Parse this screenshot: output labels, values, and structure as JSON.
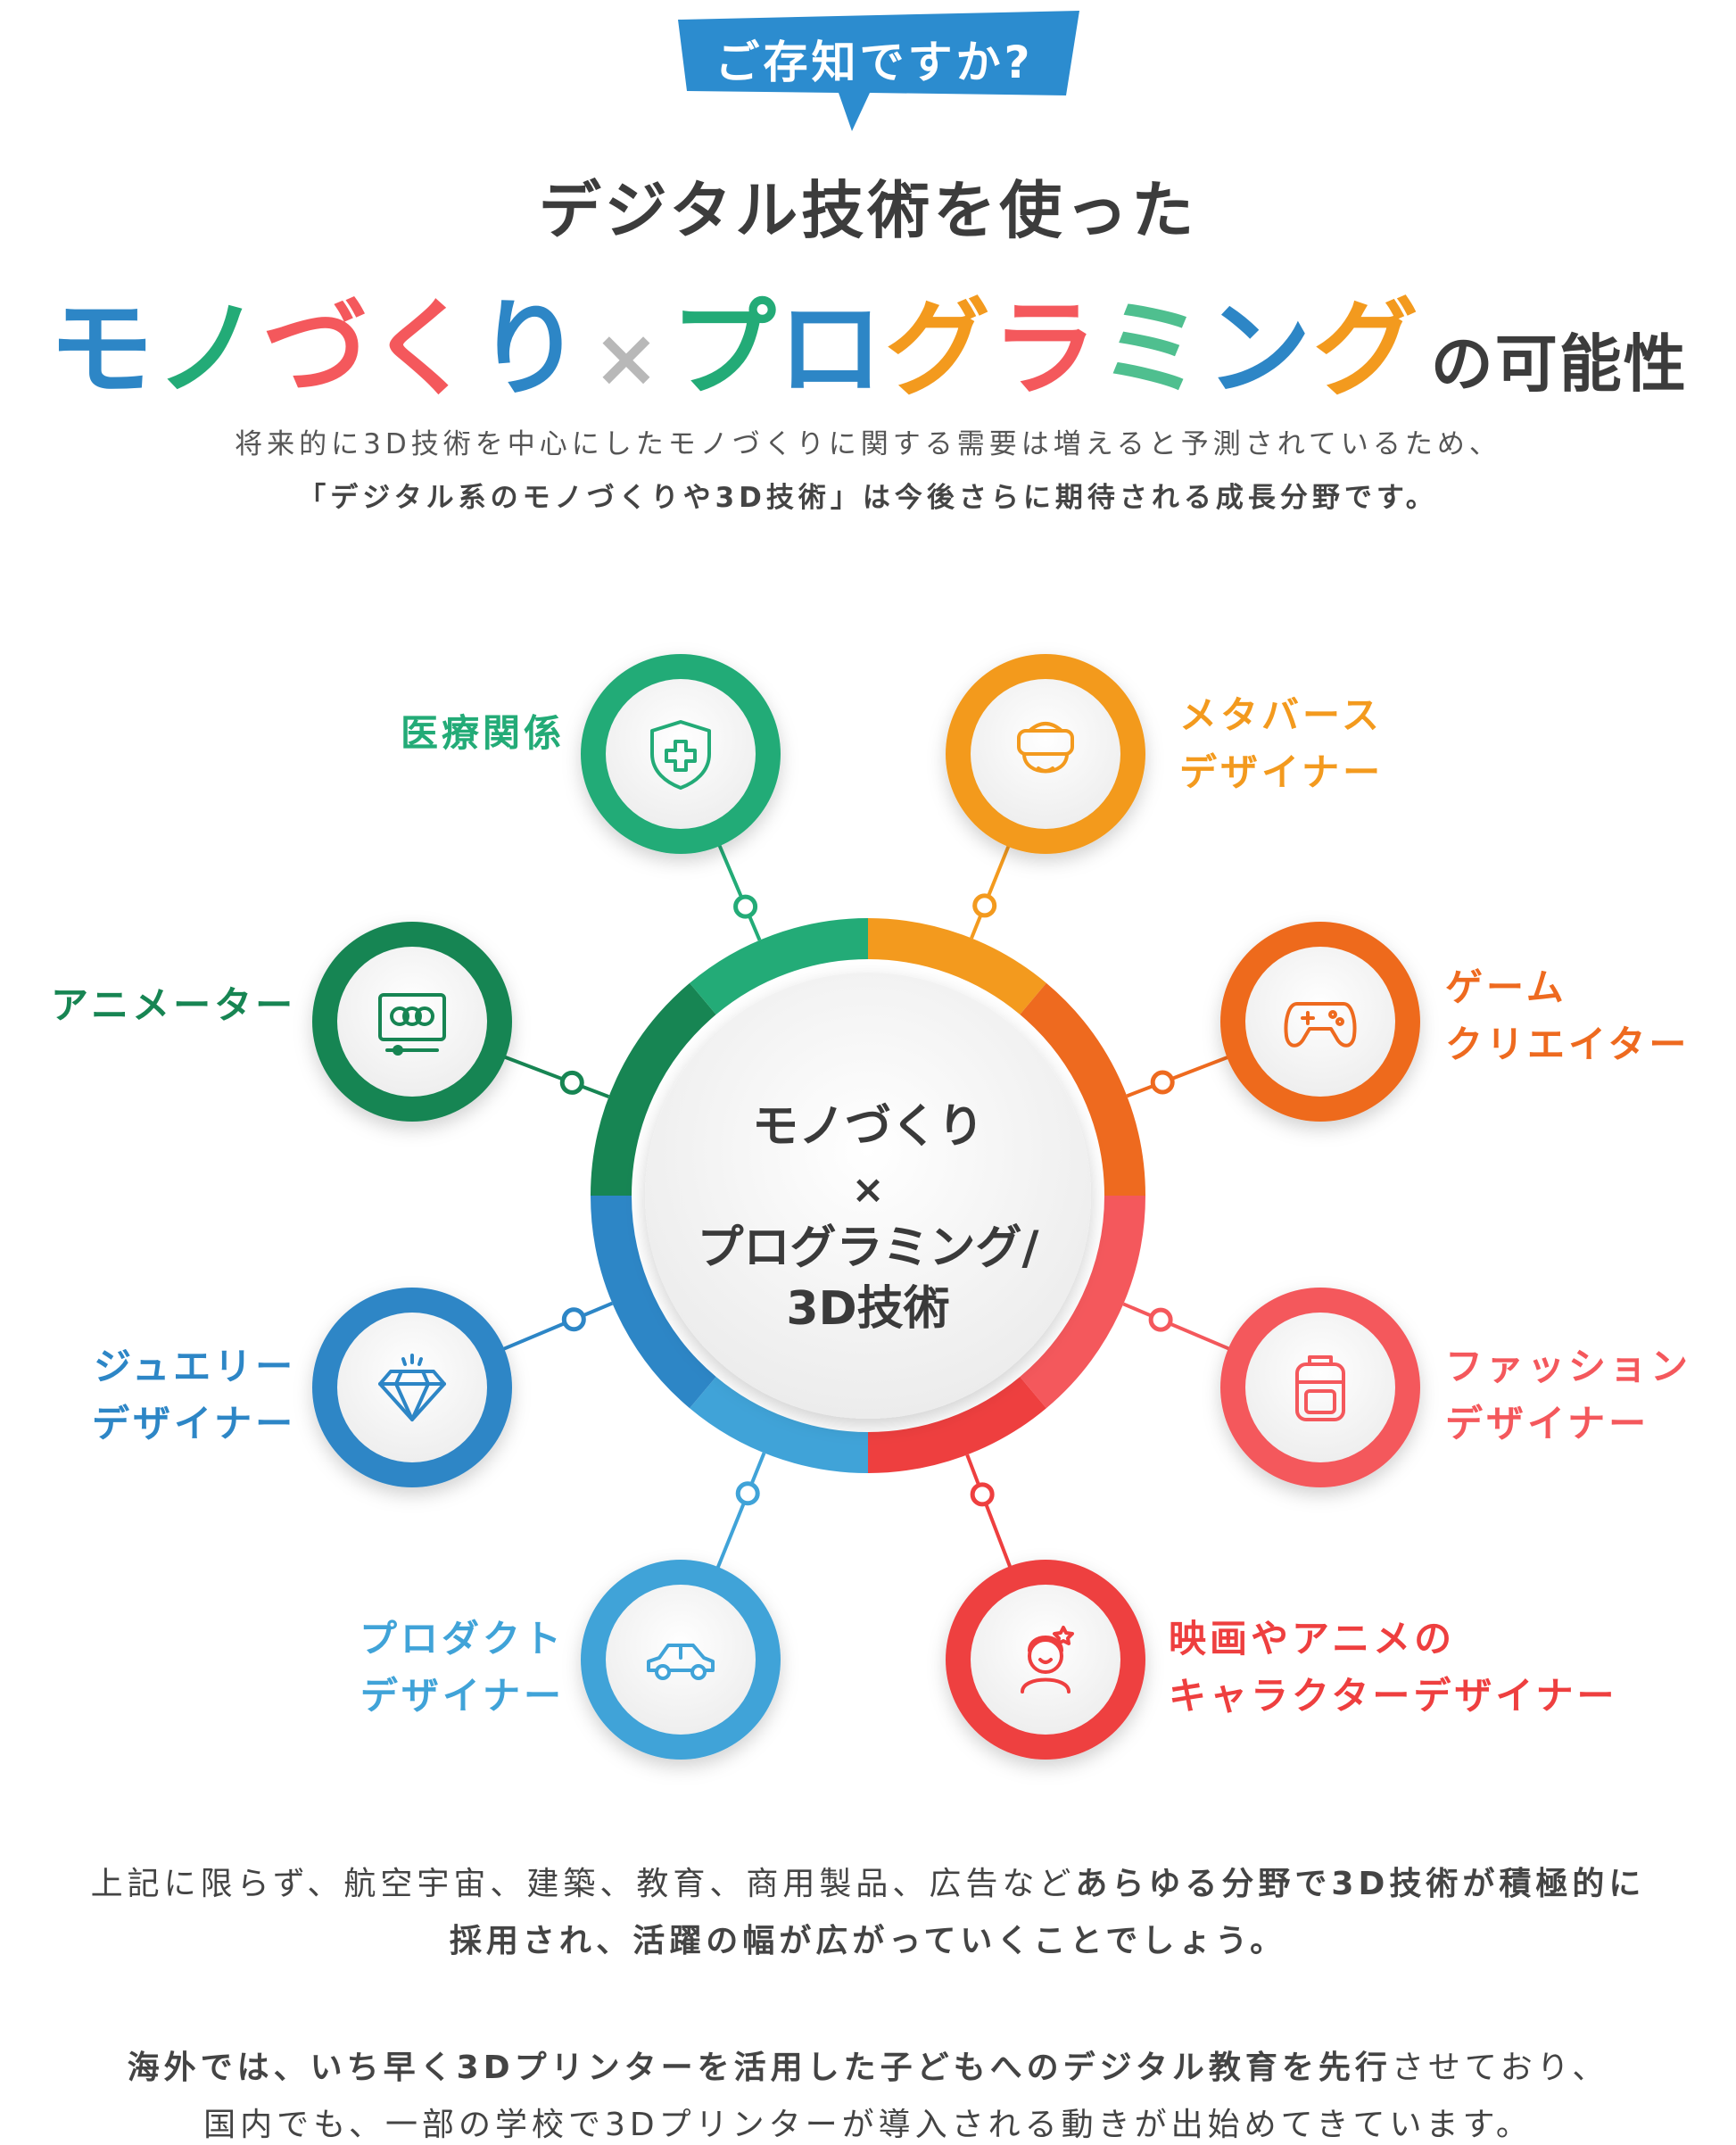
{
  "header": {
    "badge": "ご存知ですか?",
    "headline_line1": "デジタル技術を使った",
    "headline_word1": "モノづくり",
    "headline_cross": "×",
    "headline_word2": "プログラミング",
    "headline_suffix": "の可能性",
    "lead_line1": "将来的に3D技術を中心にしたモノづくりに関する需要は増えると予測されているため、",
    "lead_line2": "「デジタル系のモノづくりや3D技術」は今後さらに期待される成長分野です。"
  },
  "hub": {
    "line1": "モノづくり",
    "line2": "×",
    "line3": "プログラミング/",
    "line4": "3D技術"
  },
  "nodes": [
    {
      "label_lines": [
        "医療関係"
      ],
      "icon": "shield-plus-icon",
      "color": "#23ab77"
    },
    {
      "label_lines": [
        "メタバース",
        "デザイナー"
      ],
      "icon": "vr-headset-icon",
      "color": "#f39a1e"
    },
    {
      "label_lines": [
        "アニメーター"
      ],
      "icon": "film-reel-icon",
      "color": "#178553"
    },
    {
      "label_lines": [
        "ゲーム",
        "クリエイター"
      ],
      "icon": "gamepad-icon",
      "color": "#ee6a1f"
    },
    {
      "label_lines": [
        "ジュエリー",
        "デザイナー"
      ],
      "icon": "diamond-icon",
      "color": "#2d86c6"
    },
    {
      "label_lines": [
        "ファッション",
        "デザイナー"
      ],
      "icon": "backpack-icon",
      "color": "#f4585c"
    },
    {
      "label_lines": [
        "プロダクト",
        "デザイナー"
      ],
      "icon": "car-icon",
      "color": "#40a3d8"
    },
    {
      "label_lines": [
        "映画やアニメの",
        "キャラクターデザイナー"
      ],
      "icon": "character-icon",
      "color": "#ee3f3f"
    }
  ],
  "footer": {
    "p1_line1_regular": "上記に限らず、航空宇宙、建築、教育、商用製品、広告など",
    "p1_line1_bold": "あらゆる分野で3D技術が積極的に",
    "p1_line2": "採用され、活躍の幅が広がっていくことでしょう。",
    "p2_line1_bold": "海外では、いち早く3Dプリンターを活用した子どもへのデジタル教育を先行",
    "p2_line1_regular": "させており、",
    "p2_line2": "国内でも、一部の学校で3Dプリンターが導入される動きが出始めてきています。"
  },
  "colors": {
    "badge_blue": "#2c8ccf",
    "word_blue": "#2d86c6",
    "word_green": "#23ab77",
    "word_orange": "#f39a1e",
    "word_red": "#f4585c",
    "word_mint": "#4fbf8f"
  }
}
